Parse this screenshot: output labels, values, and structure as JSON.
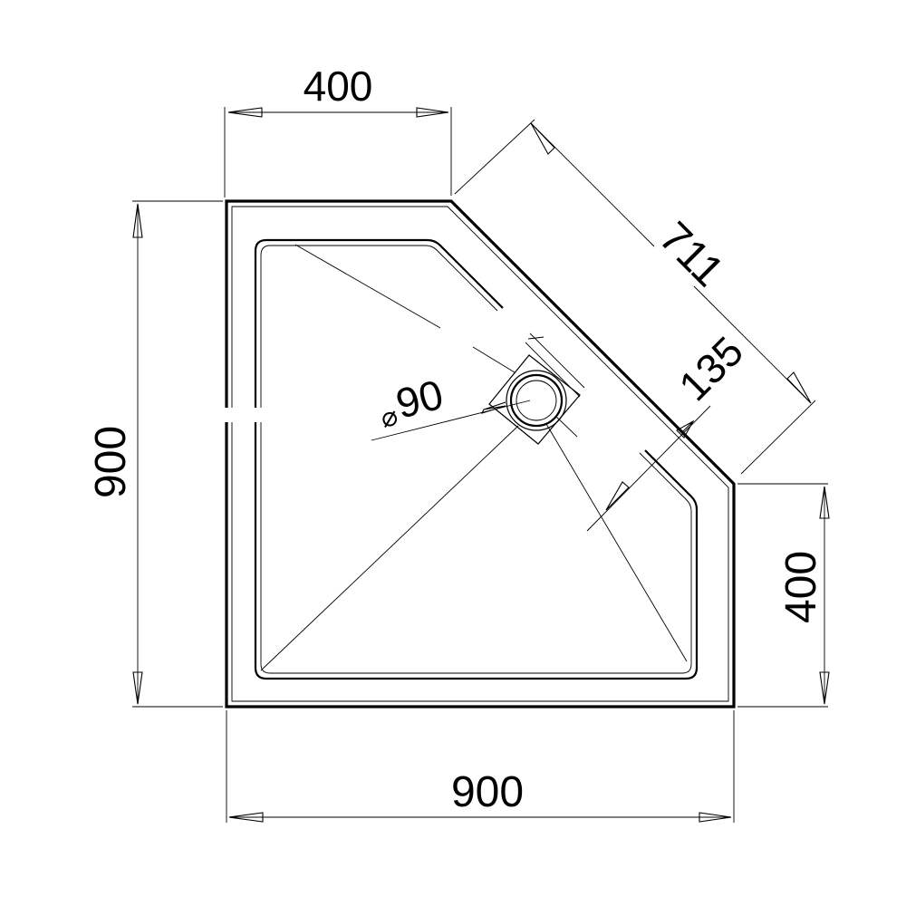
{
  "diagram": {
    "dimensions": {
      "top_width": "400",
      "overall_height": "900",
      "diagonal_length": "711",
      "drain_offset": "135",
      "waste_diameter": "90",
      "right_height": "400",
      "overall_width": "900"
    },
    "symbols": {
      "diameter_symbol": "⌀"
    },
    "colors": {
      "line": "#000000",
      "background": "#ffffff"
    }
  }
}
